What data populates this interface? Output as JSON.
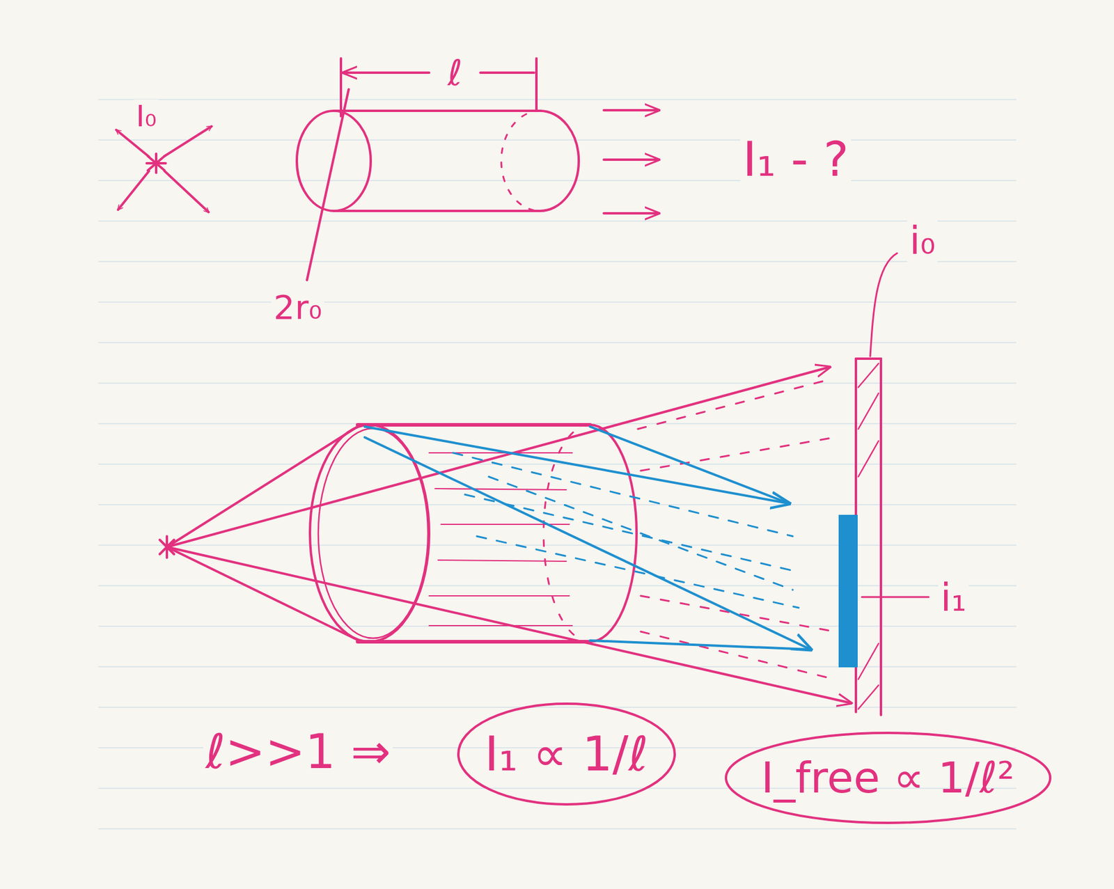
{
  "diagram": {
    "nodes": [
      {
        "text": [
          "I₁ ∝ 1/ℓ"
        ]
      },
      {
        "text": [
          "I_free ∝ 1/ℓ²"
        ]
      }
    ],
    "edges": [],
    "labels": [
      "I₀",
      "ℓ",
      "I₁ - ?",
      "2r₀",
      "i₀",
      "i₁",
      "ℓ>>1 ⇒"
    ]
  }
}
